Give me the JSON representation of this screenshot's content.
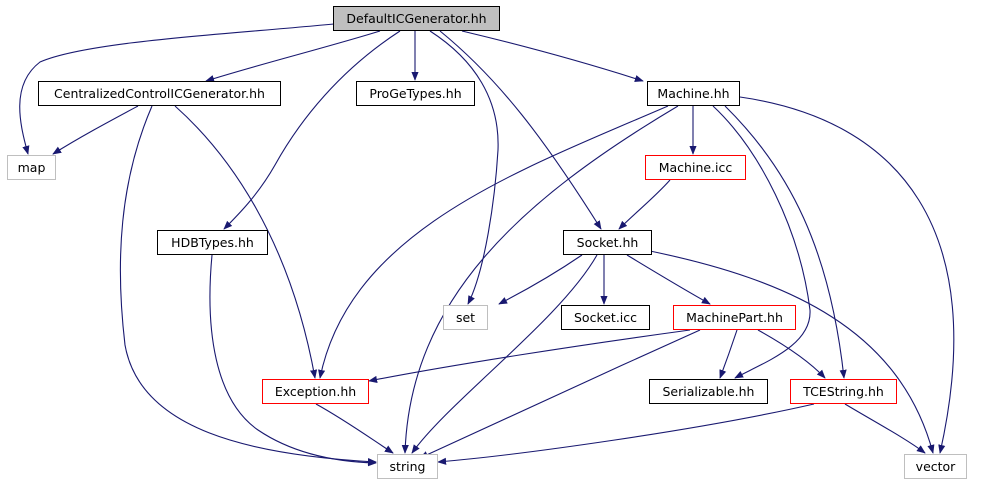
{
  "diagram": {
    "nodes": [
      {
        "id": "DefaultICGenerator",
        "label": "DefaultICGenerator.hh",
        "style": "root"
      },
      {
        "id": "CentralizedControlICGenerator",
        "label": "CentralizedControlICGenerator.hh",
        "style": "normal"
      },
      {
        "id": "ProGeTypes",
        "label": "ProGeTypes.hh",
        "style": "normal"
      },
      {
        "id": "MachineHH",
        "label": "Machine.hh",
        "style": "normal"
      },
      {
        "id": "map",
        "label": "map",
        "style": "external"
      },
      {
        "id": "MachineIcc",
        "label": "Machine.icc",
        "style": "truncated"
      },
      {
        "id": "HDBTypes",
        "label": "HDBTypes.hh",
        "style": "normal"
      },
      {
        "id": "SocketHH",
        "label": "Socket.hh",
        "style": "normal"
      },
      {
        "id": "set",
        "label": "set",
        "style": "external"
      },
      {
        "id": "SocketIcc",
        "label": "Socket.icc",
        "style": "normal"
      },
      {
        "id": "MachinePart",
        "label": "MachinePart.hh",
        "style": "truncated"
      },
      {
        "id": "Exception",
        "label": "Exception.hh",
        "style": "truncated"
      },
      {
        "id": "Serializable",
        "label": "Serializable.hh",
        "style": "normal"
      },
      {
        "id": "TCEString",
        "label": "TCEString.hh",
        "style": "truncated"
      },
      {
        "id": "string",
        "label": "string",
        "style": "external"
      },
      {
        "id": "vector",
        "label": "vector",
        "style": "external"
      }
    ],
    "edges": [
      {
        "from": "DefaultICGenerator",
        "to": "CentralizedControlICGenerator"
      },
      {
        "from": "DefaultICGenerator",
        "to": "map"
      },
      {
        "from": "DefaultICGenerator",
        "to": "ProGeTypes"
      },
      {
        "from": "DefaultICGenerator",
        "to": "HDBTypes"
      },
      {
        "from": "DefaultICGenerator",
        "to": "set"
      },
      {
        "from": "DefaultICGenerator",
        "to": "SocketHH"
      },
      {
        "from": "DefaultICGenerator",
        "to": "MachineHH"
      },
      {
        "from": "CentralizedControlICGenerator",
        "to": "map"
      },
      {
        "from": "CentralizedControlICGenerator",
        "to": "Exception"
      },
      {
        "from": "CentralizedControlICGenerator",
        "to": "string"
      },
      {
        "from": "HDBTypes",
        "to": "string"
      },
      {
        "from": "MachineHH",
        "to": "MachineIcc"
      },
      {
        "from": "MachineHH",
        "to": "Exception"
      },
      {
        "from": "MachineHH",
        "to": "string"
      },
      {
        "from": "MachineHH",
        "to": "Serializable"
      },
      {
        "from": "MachineHH",
        "to": "TCEString"
      },
      {
        "from": "MachineHH",
        "to": "vector"
      },
      {
        "from": "MachineIcc",
        "to": "SocketHH"
      },
      {
        "from": "SocketHH",
        "to": "set"
      },
      {
        "from": "SocketHH",
        "to": "SocketIcc"
      },
      {
        "from": "SocketHH",
        "to": "MachinePart"
      },
      {
        "from": "SocketHH",
        "to": "string"
      },
      {
        "from": "SocketHH",
        "to": "vector"
      },
      {
        "from": "MachinePart",
        "to": "Exception"
      },
      {
        "from": "MachinePart",
        "to": "Serializable"
      },
      {
        "from": "MachinePart",
        "to": "TCEString"
      },
      {
        "from": "MachinePart",
        "to": "string"
      },
      {
        "from": "Exception",
        "to": "string"
      },
      {
        "from": "TCEString",
        "to": "string"
      },
      {
        "from": "TCEString",
        "to": "vector"
      }
    ],
    "colors": {
      "edge": "#191970",
      "root_fill": "#bfbfbf",
      "normal_border": "#000000",
      "truncated_border": "#ff0000",
      "external_border": "#bfbfbf"
    }
  }
}
